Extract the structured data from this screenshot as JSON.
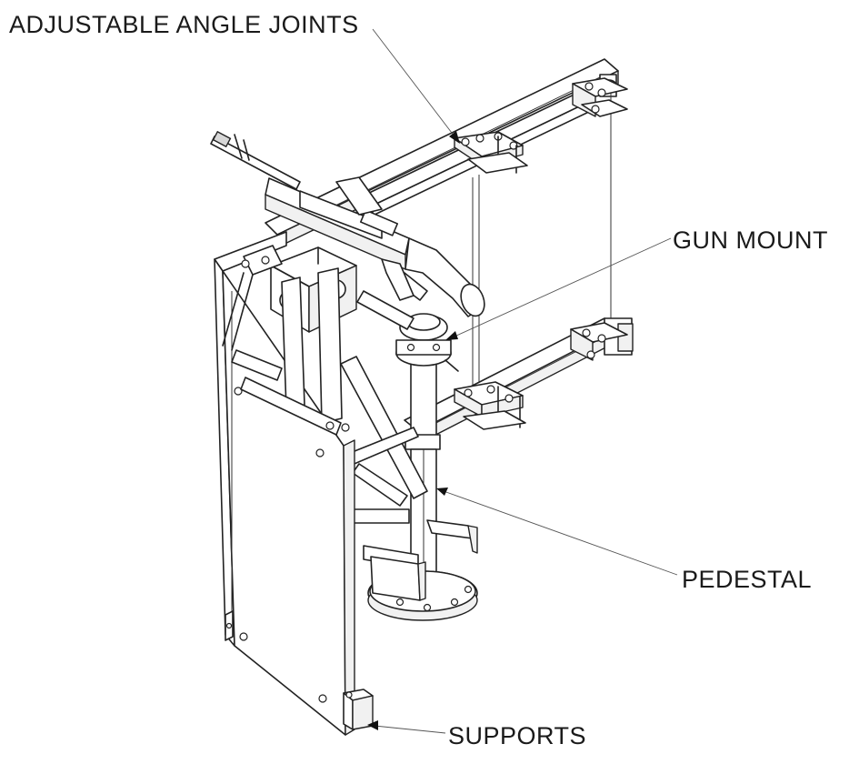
{
  "callouts": {
    "adjustable_angle_joints": "ADJUSTABLE ANGLE JOINTS",
    "gun_mount": "GUN MOUNT",
    "pedestal": "PEDESTAL",
    "supports": "SUPPORTS"
  },
  "colors": {
    "line": "#222222",
    "background": "#ffffff"
  }
}
